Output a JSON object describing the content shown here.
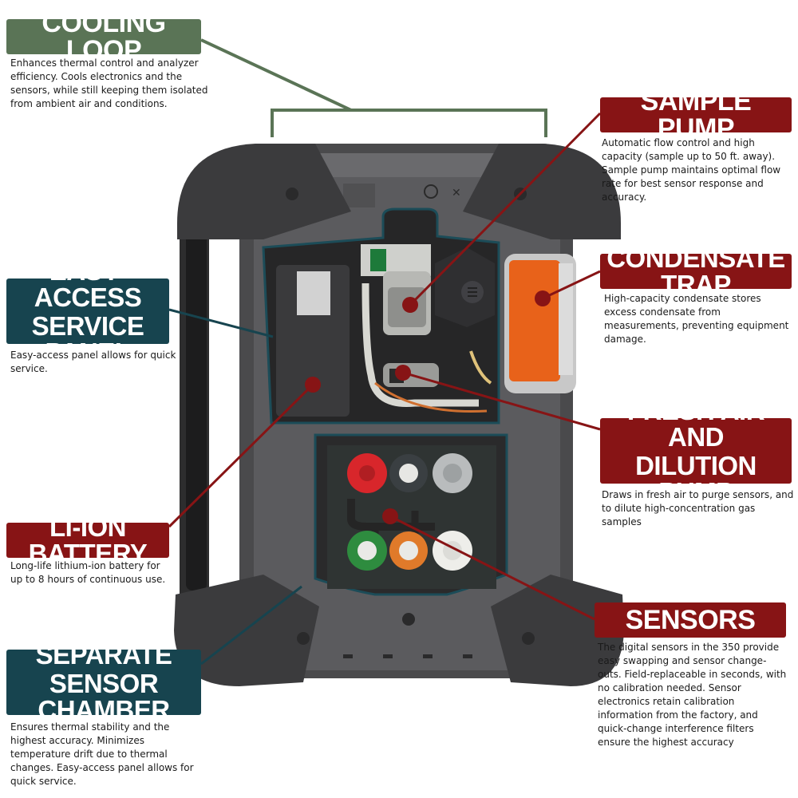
{
  "colors": {
    "cooling_green": "#5a7456",
    "panel_teal": "#17444f",
    "feature_red": "#871415",
    "callout_dot": "#871415",
    "device_body": "#4a4a4c",
    "condensate_orange": "#e8621a"
  },
  "callouts": {
    "cooling_loop": {
      "title": "COOLING LOOP",
      "desc": "Enhances thermal control and analyzer efficiency. Cools electronics and the sensors, while still keeping them isolated from ambient air and conditions."
    },
    "sample_pump": {
      "title": "SAMPLE PUMP",
      "desc": "Automatic flow control and high capacity (sample up to 50 ft. away). Sample pump maintains optimal flow rate for best sensor response and accuracy."
    },
    "easy_access": {
      "title_line1": "EASY-ACCESS",
      "title_line2": "SERVICE PANEL",
      "desc": "Easy-access panel allows for quick service."
    },
    "condensate_trap": {
      "title": "CONDENSATE TRAP",
      "desc": "High-capacity condensate stores excess condensate from measurements, preventing equipment damage."
    },
    "fresh_air": {
      "title_line1": "FRESH AIR AND",
      "title_line2": "DILUTION PUMP",
      "desc": "Draws in fresh air to purge sensors, and to dilute high-concentration gas samples"
    },
    "li_ion": {
      "title": "LI-ION BATTERY",
      "desc": "Long-life lithium-ion battery for up to 8 hours of continuous use."
    },
    "sensors": {
      "title": "SENSORS",
      "desc": "The digital sensors in the 350 provide easy swapping and sensor change-outs. Field-replaceable in seconds, with no calibration needed. Sensor electronics retain calibration information from the factory, and quick-change interference filters ensure the highest accuracy"
    },
    "separate_chamber": {
      "title_line1": "SEPARATE",
      "title_line2": "SENSOR CHAMBER",
      "desc": "Ensures thermal stability and the highest accuracy. Minimizes temperature drift due to thermal changes. Easy-access panel allows for quick service."
    }
  },
  "device": {
    "sensor_caps": [
      {
        "name": "red-sensor",
        "color": "#d8262b"
      },
      {
        "name": "gray-sensor",
        "color": "#3a3f42"
      },
      {
        "name": "silver-sensor",
        "color": "#b9bcbd"
      },
      {
        "name": "green-sensor",
        "color": "#2e8c3f"
      },
      {
        "name": "orange-sensor",
        "color": "#e07a2a"
      },
      {
        "name": "white-sensor",
        "color": "#eeeeea"
      }
    ]
  }
}
